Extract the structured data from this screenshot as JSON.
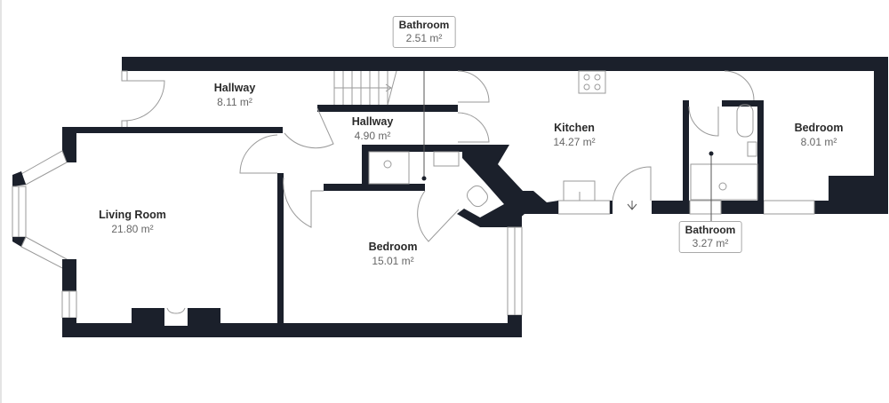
{
  "floorplan": {
    "colors": {
      "wall": "#1b202b",
      "fixture": "#9a9a9a",
      "background": "#ffffff"
    },
    "rooms": [
      {
        "id": "hallway-1",
        "name": "Hallway",
        "area": "8.11 m²"
      },
      {
        "id": "hallway-2",
        "name": "Hallway",
        "area": "4.90 m²"
      },
      {
        "id": "kitchen",
        "name": "Kitchen",
        "area": "14.27 m²"
      },
      {
        "id": "bedroom-1",
        "name": "Bedroom",
        "area": "8.01 m²"
      },
      {
        "id": "living-room",
        "name": "Living Room",
        "area": "21.80 m²"
      },
      {
        "id": "bedroom-2",
        "name": "Bedroom",
        "area": "15.01 m²"
      }
    ],
    "callouts": [
      {
        "id": "bathroom-1",
        "name": "Bathroom",
        "area": "2.51 m²"
      },
      {
        "id": "bathroom-2",
        "name": "Bathroom",
        "area": "3.27 m²"
      }
    ]
  }
}
